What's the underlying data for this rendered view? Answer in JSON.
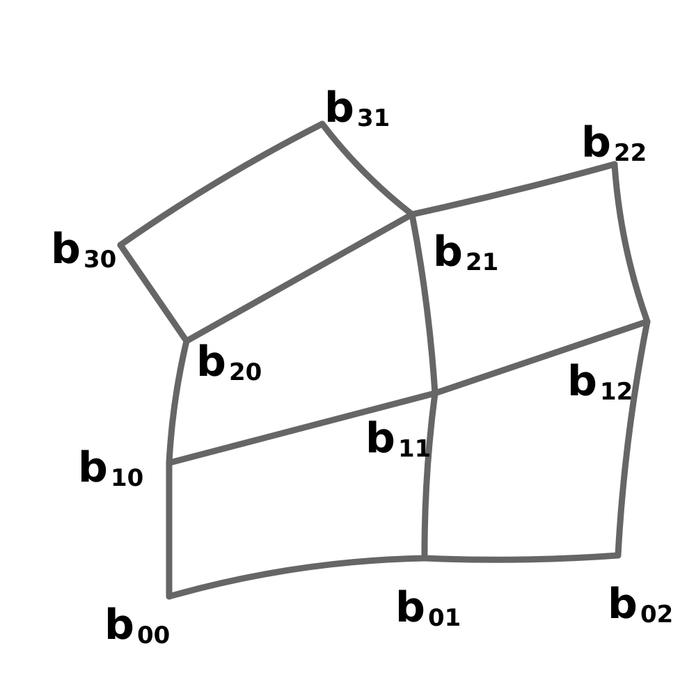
{
  "colors": {
    "edge": "#666666",
    "text": "#000000",
    "background": "#ffffff"
  },
  "control_points": [
    {
      "id": "b00",
      "base": "b",
      "sub": "00"
    },
    {
      "id": "b01",
      "base": "b",
      "sub": "01"
    },
    {
      "id": "b02",
      "base": "b",
      "sub": "02"
    },
    {
      "id": "b10",
      "base": "b",
      "sub": "10"
    },
    {
      "id": "b11",
      "base": "b",
      "sub": "11"
    },
    {
      "id": "b12",
      "base": "b",
      "sub": "12"
    },
    {
      "id": "b20",
      "base": "b",
      "sub": "20"
    },
    {
      "id": "b21",
      "base": "b",
      "sub": "21"
    },
    {
      "id": "b22",
      "base": "b",
      "sub": "22"
    },
    {
      "id": "b30",
      "base": "b",
      "sub": "30"
    },
    {
      "id": "b31",
      "base": "b",
      "sub": "31"
    }
  ],
  "edges": [
    [
      "b00",
      "b01"
    ],
    [
      "b01",
      "b02"
    ],
    [
      "b10",
      "b11"
    ],
    [
      "b11",
      "b12"
    ],
    [
      "b20",
      "b21"
    ],
    [
      "b21",
      "b22"
    ],
    [
      "b30",
      "b31"
    ],
    [
      "b00",
      "b10"
    ],
    [
      "b10",
      "b20"
    ],
    [
      "b20",
      "b30"
    ],
    [
      "b01",
      "b11"
    ],
    [
      "b11",
      "b21"
    ],
    [
      "b21",
      "b31"
    ],
    [
      "b02",
      "b12"
    ],
    [
      "b12",
      "b22"
    ]
  ]
}
